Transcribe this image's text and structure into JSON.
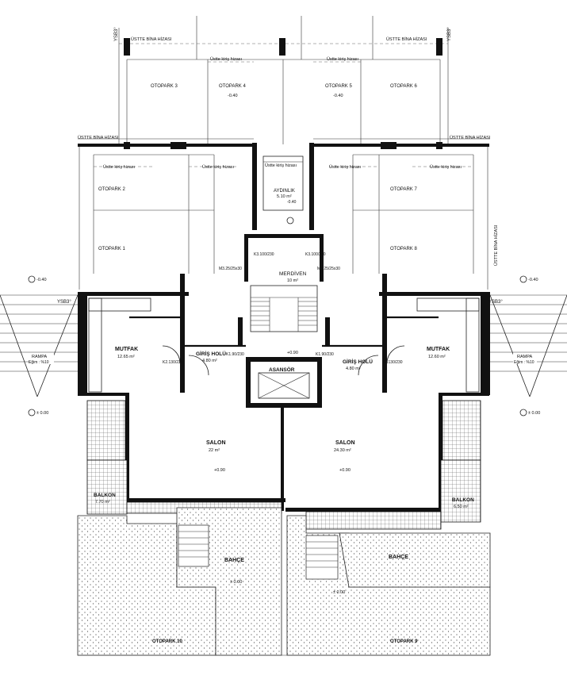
{
  "labels": {
    "ysb_left": "YSB3°",
    "ysb_right": "YSB3°",
    "ustte_bina_hizasi": "ÜSTTE BİNA HİZASI",
    "ustte_kiris_hizasi": "Üstte kiriş hizası",
    "otopark_1": "OTOPARK 1",
    "otopark_2": "OTOPARK 2",
    "otopark_3": "OTOPARK 3",
    "otopark_4": "OTOPARK 4",
    "otopark_5": "OTOPARK 5",
    "otopark_6": "OTOPARK 6",
    "otopark_7": "OTOPARK 7",
    "otopark_8": "OTOPARK 8",
    "otopark_9": "OTOPARK 9",
    "otopark_10": "OTOPARK 10",
    "aydinlik": "AYDINLIK",
    "aydinlik_area": "5.10 m²",
    "merdiven": "MERDİVEN",
    "merdiven_area": "10 m²",
    "asansor": "ASANSÖR",
    "mutfak": "MUTFAK",
    "mutfak_left_area": "12.65 m²",
    "mutfak_right_area": "12.60 m²",
    "giris_holu": "GİRİŞ HOLÜ",
    "giris_left_area": "4.80 m²",
    "giris_right_area": "4.80 m²",
    "salon": "SALON",
    "salon_left_area": "22 m²",
    "salon_right_area": "24.30 m²",
    "balkon": "BALKON",
    "balkon_left_area": "7.70 m²",
    "balkon_right_area": "6.50 m²",
    "bahce": "BAHÇE",
    "rampa": "RAMPA",
    "rampa_slope": "Eğim : %10",
    "lvl_040": "-0.40",
    "lvl_000": "± 0.00",
    "lvl_090": "+0.90",
    "door_k1": "K1.90/230",
    "door_k2": "K2.130/230",
    "door_k3": "K3.100/230",
    "window_m3": "M3.25/25x30"
  }
}
